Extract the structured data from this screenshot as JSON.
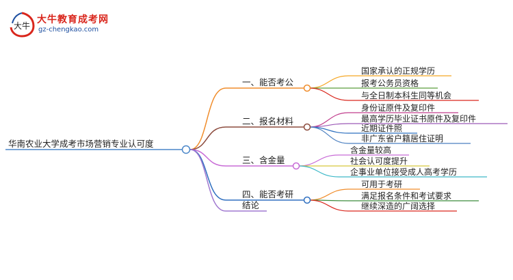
{
  "logo": {
    "mark_text": "大牛",
    "title": "大牛教育成考网",
    "url": "gz-chengkao.com"
  },
  "root": {
    "label": "华南农业大学成考市场营销专业认可度"
  },
  "branches": [
    {
      "label": "一、能否考公",
      "color": "#f08c2a",
      "children": [
        {
          "label": "国家承认的正规学历",
          "color": "#f5a623"
        },
        {
          "label": "报考公务员资格",
          "color": "#5a9e3a"
        },
        {
          "label": "与全日制本科生同等机会",
          "color": "#d9261c"
        }
      ]
    },
    {
      "label": "二、报名材料",
      "color": "#8b4a3c",
      "children": [
        {
          "label": "身份证原件及复印件",
          "color": "#c03c8c"
        },
        {
          "label": "最高学历毕业证书原件及复印件",
          "color": "#9b59b6"
        },
        {
          "label": "近期证件照",
          "color": "#2c6fbf"
        },
        {
          "label": "非广东省户籍居住证明",
          "color": "#4a7fc0"
        }
      ]
    },
    {
      "label": "三、含金量",
      "color": "#c86ad6",
      "children": [
        {
          "label": "含金量较高",
          "color": "#c86ad6"
        },
        {
          "label": "社会认可度提升",
          "color": "#d8c83a"
        },
        {
          "label": "企事业单位接受成人高考学历",
          "color": "#3cb8c8"
        }
      ]
    },
    {
      "label": "四、能否考研",
      "color": "#2f6fc0",
      "children": [
        {
          "label": "可用于考研",
          "color": "#f08c2a"
        },
        {
          "label": "满足报名条件和考试要求",
          "color": "#3c8c3c"
        },
        {
          "label": "继续深造的广阔选择",
          "color": "#d9261c"
        }
      ]
    },
    {
      "label": "结论",
      "color": "#a078d0",
      "children": []
    }
  ]
}
